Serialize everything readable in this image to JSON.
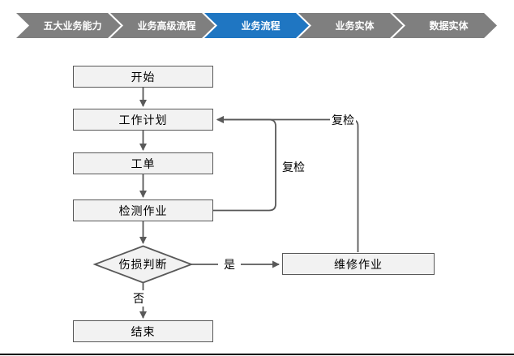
{
  "breadcrumb": {
    "items": [
      {
        "label": "五大业务能力",
        "active": false
      },
      {
        "label": "业务高级流程",
        "active": false
      },
      {
        "label": "业务流程",
        "active": true
      },
      {
        "label": "业务实体",
        "active": false
      },
      {
        "label": "数据实体",
        "active": false
      }
    ],
    "active_color": "#1f76c2",
    "inactive_color": "#7f7f7f"
  },
  "flowchart": {
    "nodes": {
      "start": "开始",
      "work_plan": "工作计划",
      "work_order": "工单",
      "inspection_job": "检测作业",
      "damage_judgment": "伤损判断",
      "repair_job": "维修作业",
      "end": "结束"
    },
    "edge_labels": {
      "yes": "是",
      "no": "否",
      "recheck_inspection": "复检",
      "recheck_repair": "复检"
    },
    "colors": {
      "node_fill": "#f2f2f2",
      "node_border": "#595959",
      "connector": "#595959"
    }
  }
}
